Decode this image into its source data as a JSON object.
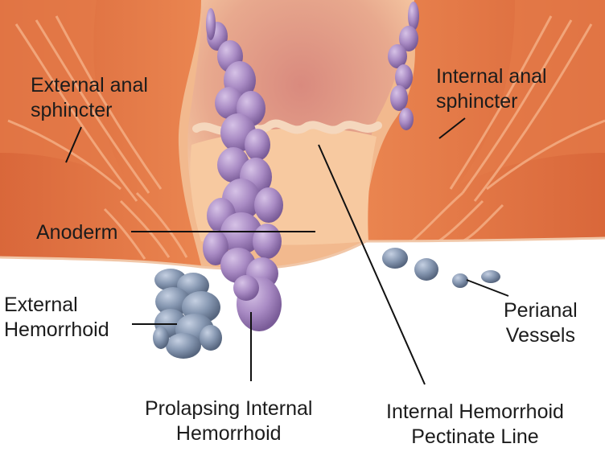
{
  "labels": {
    "external_anal_sphincter": [
      "External anal",
      "sphincter"
    ],
    "internal_anal_sphincter": [
      "Internal anal",
      "sphincter"
    ],
    "anoderm": "Anoderm",
    "external_hemorrhoid": [
      "External",
      "Hemorrhoid"
    ],
    "perianal_vessels": [
      "Perianal",
      "Vessels"
    ],
    "prolapsing_internal_hemorrhoid": [
      "Prolapsing Internal",
      "Hemorrhoid"
    ],
    "internal_hemorrhoid_pectinate_line": [
      "Internal Hemorrhoid",
      "Pectinate Line"
    ]
  },
  "colors": {
    "muscle": "#e0733f",
    "muscle_dark": "#c85a2c",
    "tissue": "#f7c9a0",
    "lumen": "#e39b86",
    "internal_hemorrhoid": "#a98bc4",
    "external_hemorrhoid": "#8596b0",
    "skin": "#ffffff",
    "leader_line": "#111111"
  }
}
